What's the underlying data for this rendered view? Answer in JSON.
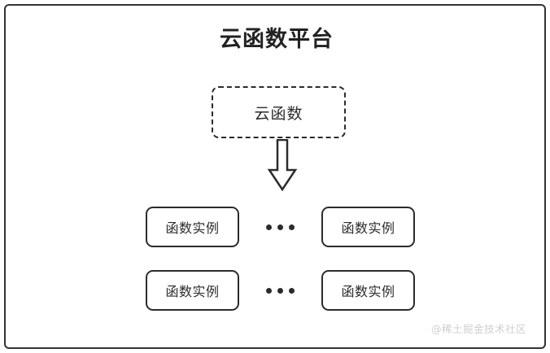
{
  "diagram": {
    "type": "architecture-block-diagram",
    "title": "云函数平台",
    "source_node": {
      "label": "云函数",
      "border_style": "dashed"
    },
    "arrow": {
      "direction": "down",
      "style": "block-outline"
    },
    "instance_rows": [
      {
        "left": {
          "label": "函数实例"
        },
        "separator": "...",
        "right": {
          "label": "函数实例"
        }
      },
      {
        "left": {
          "label": "函数实例"
        },
        "separator": "...",
        "right": {
          "label": "函数实例"
        }
      }
    ],
    "watermark": "@稀土掘金技术社区",
    "colors": {
      "stroke": "#2b2b2b",
      "frame": "#333333",
      "background": "#ffffff",
      "watermark": "#cfcfcf"
    }
  }
}
